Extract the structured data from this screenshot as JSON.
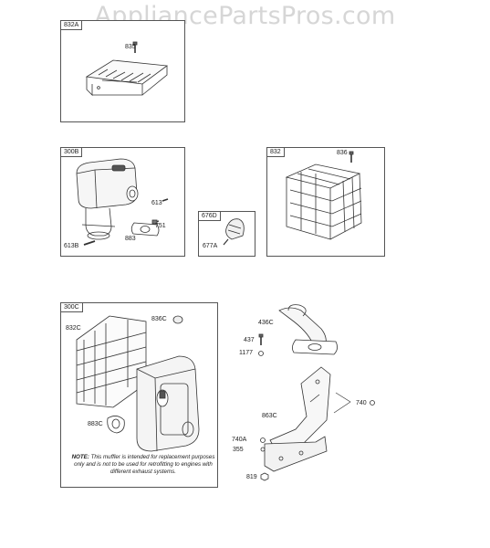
{
  "watermark": "AppliancePartsPros.com",
  "boxes": {
    "b832a": {
      "tag": "832A"
    },
    "b300b": {
      "tag": "300B"
    },
    "b676d": {
      "tag": "676D"
    },
    "b832": {
      "tag": "832"
    },
    "b300c": {
      "tag": "300C"
    }
  },
  "labels": {
    "l835": "835",
    "l613": "613",
    "l751": "751",
    "l883": "883",
    "l613b": "613B",
    "l677a": "677A",
    "l836": "836",
    "l832c": "832C",
    "l836c": "836C",
    "l883c": "883C",
    "l436c": "436C",
    "l437": "437",
    "l1177": "1177",
    "l740": "740",
    "l863c": "863C",
    "l740a": "740A",
    "l355": "355",
    "l819": "819"
  },
  "note": {
    "lead": "NOTE:",
    "text": "This muffler is intended for replacement purposes only and is not to be used for retrofitting to engines with different exhaust systems."
  }
}
